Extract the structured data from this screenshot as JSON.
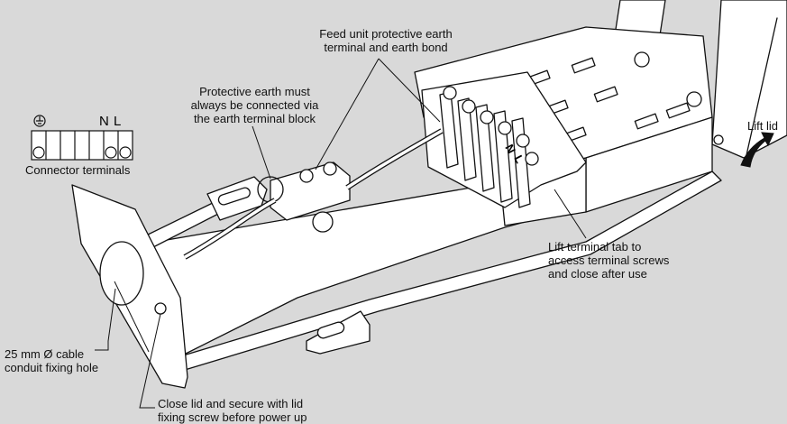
{
  "labels": {
    "feed_unit_earth": "Feed unit protective earth\nterminal and earth bond",
    "protective_earth": "Protective earth must\nalways be connected via\nthe earth terminal block",
    "connector_terminals": "Connector terminals",
    "lift_lid": "Lift lid",
    "lift_terminal_tab": "Lift terminal tab to\naccess terminal screws\nand close after use",
    "cable_conduit": "25 mm Ø cable\nconduit fixing hole",
    "close_lid": "Close lid and secure with lid\nfixing screw before power up"
  },
  "connector_inset": {
    "n_letter": "N",
    "l_letter": "L",
    "terminal_count": 7
  },
  "terminal_block_marks": {
    "n": "N",
    "l": "L"
  },
  "colors": {
    "background": "#d9d9d9",
    "part_fill": "#ffffff",
    "line": "#111111"
  }
}
